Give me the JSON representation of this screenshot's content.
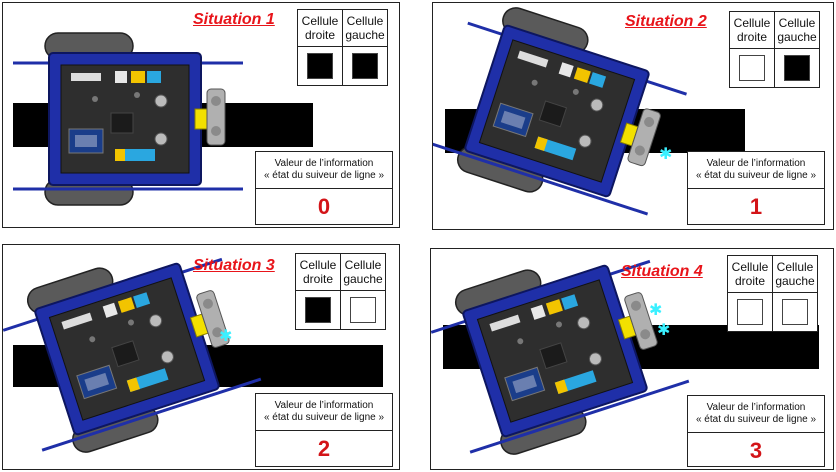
{
  "header": {
    "cell_right": "Cellule droite",
    "cell_right_line1": "Cellule",
    "cell_right_line2": "droite",
    "cell_left_line1": "Cellule",
    "cell_left_line2": "gauche"
  },
  "info": {
    "line1": "Valeur de l’information",
    "line2": "« état du suiveur de ligne »"
  },
  "colors": {
    "title": "#e8141a",
    "value": "#d31418",
    "robot_body": "#1f2fa8",
    "line": "#000000"
  },
  "situations": [
    {
      "title": "Situation 1",
      "right_cell": "black",
      "left_cell": "black",
      "value": "0"
    },
    {
      "title": "Situation 2",
      "right_cell": "white",
      "left_cell": "black",
      "value": "1"
    },
    {
      "title": "Situation 3",
      "right_cell": "black",
      "left_cell": "white",
      "value": "2"
    },
    {
      "title": "Situation 4",
      "right_cell": "white",
      "left_cell": "white",
      "value": "3"
    }
  ]
}
